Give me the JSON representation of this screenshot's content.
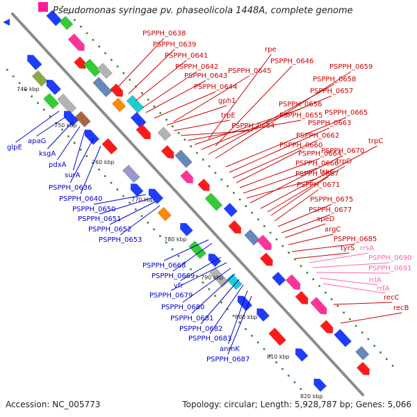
{
  "title": "Pseudomonas syringae pv. phaseolicola 1448A, complete genome",
  "footer": {
    "accession": "Accession: NC_005773",
    "summary": "Topology: circular; Length: 5,928,787 bp; Genes: 5,066"
  },
  "colors": {
    "backbone": "#8c8c8c",
    "forward_label": "#cc0000",
    "reverse_label": "#0000cc",
    "rna_label": "#ff66aa",
    "tick": "#2a8a2a",
    "scale_text": "#222222"
  },
  "scale_labels": [
    "740 kbp",
    "750 kbp",
    "760 kbp",
    "770 kbp",
    "780 kbp",
    "790 kbp",
    "800 kbp",
    "810 kbp",
    "820 kbp"
  ],
  "forward_genes": [
    "PSPPH_0638",
    "PSPPH_0639",
    "PSPPH_0641",
    "PSPPH_0642",
    "PSPPH_0643",
    "PSPPH_0644",
    "gph1",
    "trpE",
    "PSPPH_0654",
    "PSPPH_0655",
    "PSPPH_0656",
    "PSPPH_0657",
    "PSPPH_0658",
    "PSPPH_0659",
    "rpe",
    "PSPPH_0646",
    "PSPPH_0645",
    "PSPPH_0665",
    "PSPPH_0663",
    "PSPPH_0662",
    "PSPPH_0660",
    "PSPPH_0664",
    "PSPPH_0666",
    "PSPPH_0667",
    "PSPPH_0670",
    "trpC",
    "trpD",
    "trpG",
    "PSPPH_0671",
    "PSPPH_0675",
    "PSPPH_0677",
    "speD",
    "argC",
    "PSPPH_0685",
    "tyrS",
    "recC",
    "recB"
  ],
  "rna_genes": [
    "rrsA",
    "PSPPH_0690",
    "PSPPH_0691",
    "rrlA",
    "rrfA"
  ],
  "reverse_genes": [
    "glpE",
    "apaG",
    "ksgA",
    "pdxA",
    "surA",
    "PSPPH_0636",
    "PSPPH_0640",
    "PSPPH_0650",
    "PSPPH_0651",
    "PSPPH_0652",
    "PSPPH_0653",
    "PSPPH_0668",
    "PSPPH_0669",
    "vfr",
    "PSPPH_0679",
    "PSPPH_0680",
    "PSPPH_0681",
    "PSPPH_0682",
    "PSPPH_0683",
    "anmK",
    "PSPPH_0687"
  ]
}
